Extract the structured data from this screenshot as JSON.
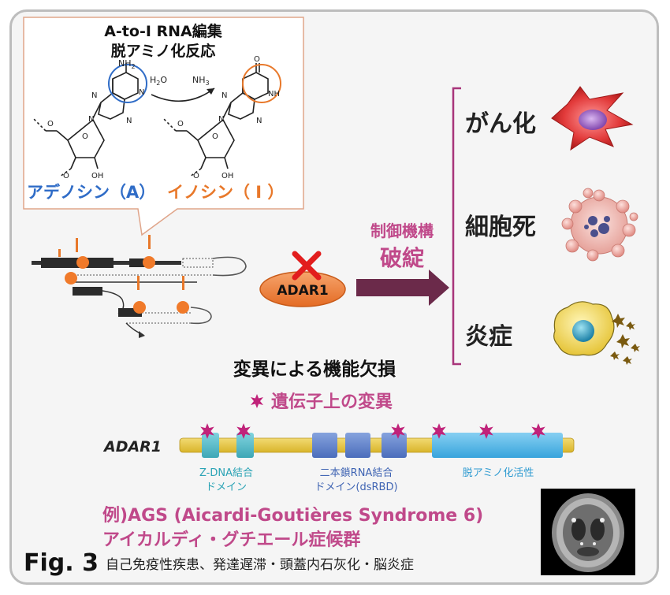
{
  "inset": {
    "title1": "A-to-I RNA編集",
    "title2": "脱アミノ化反応",
    "nh2": "NH",
    "nh2_sub": "2",
    "h2o": "H",
    "h2o_sub": "2",
    "h2o_tail": "O",
    "nh3": "NH",
    "nh3_sub": "3",
    "oh": "OH",
    "o_atom": "O",
    "nh_atom": "NH",
    "n_atom": "N",
    "adenosine_label": "アデノシン（A）",
    "inosine_label": "イノシン（ I ）"
  },
  "mechanism": {
    "line1": "制御機構",
    "line2": "破綻"
  },
  "adar1_label": "ADAR1",
  "outcomes": {
    "cancer": "がん化",
    "cell_death": "細胞死",
    "inflammation": "炎症"
  },
  "loss_of_function": "変異による機能欠損",
  "mutation_legend": "遺伝子上の変異",
  "gene": {
    "name": "ADAR1",
    "domains": [
      {
        "label_line1": "Z-DNA結合",
        "label_line2": "ドメイン"
      },
      {
        "label_line1": "二本鎖RNA結合",
        "label_line2": "ドメイン(dsRBD)"
      },
      {
        "label_line1": "脱アミノ化活性",
        "label_line2": ""
      }
    ]
  },
  "example": {
    "line1": "例)AGS (Aicardi-Goutières Syndrome 6)",
    "line2": "アイカルディ・グチエール症候群"
  },
  "fig_label": "Fig. 3",
  "fig_caption": "自己免疫性疾患、発達遅滞・頭蓋内石灰化・脳炎症",
  "colors": {
    "accent_magenta": "#c0498a",
    "arrow_dark": "#6b2a4a",
    "adenosine_blue": "#2f6cc7",
    "inosine_orange": "#e8782a",
    "adar1_fill": "#ee7f3d",
    "gene_bar": "#e6c43c",
    "zdna_teal": "#4fb9c7",
    "dsrbd_blue": "#5b7fc9",
    "deaminase_blue": "#4db3e6",
    "cross_red": "#e21d1d",
    "star_magenta": "#c0237a"
  }
}
